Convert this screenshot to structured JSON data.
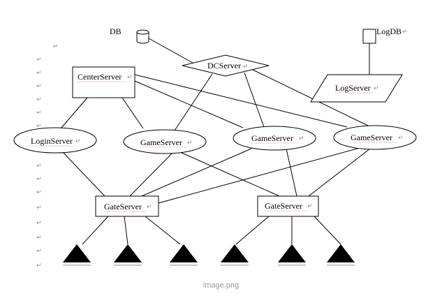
{
  "diagram": {
    "nodes": {
      "db": "DB",
      "logdb": "LogDB",
      "dcserver": "DCServer",
      "centerserver": "CenterServer",
      "logserver": "LogServer",
      "loginserver": "LoginServer",
      "gameserver_1": "GameServer",
      "gameserver_2": "GameServer",
      "gameserver_3": "GameServer",
      "gateserver_1": "GateServer",
      "gateserver_2": "GateServer"
    },
    "paragraph_mark": "↵",
    "caption": "image.png"
  }
}
